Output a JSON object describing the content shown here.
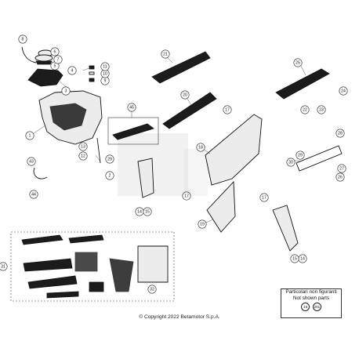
{
  "callouts": [
    {
      "id": "c1",
      "label": "1"
    },
    {
      "id": "c2",
      "label": "2"
    },
    {
      "id": "c3",
      "label": "3"
    },
    {
      "id": "c4",
      "label": "4"
    },
    {
      "id": "c5",
      "label": "5"
    },
    {
      "id": "c6",
      "label": "6"
    },
    {
      "id": "c7",
      "label": "7"
    },
    {
      "id": "c8",
      "label": "8"
    },
    {
      "id": "c9",
      "label": "9"
    },
    {
      "id": "c10",
      "label": "10"
    },
    {
      "id": "c11",
      "label": "11"
    },
    {
      "id": "c12",
      "label": "12"
    },
    {
      "id": "c13",
      "label": "13"
    },
    {
      "id": "c14a",
      "label": "14"
    },
    {
      "id": "c14b",
      "label": "14"
    },
    {
      "id": "c15a",
      "label": "15"
    },
    {
      "id": "c15b",
      "label": "15"
    },
    {
      "id": "c17a",
      "label": "17"
    },
    {
      "id": "c17b",
      "label": "17"
    },
    {
      "id": "c17c",
      "label": "17"
    },
    {
      "id": "c18",
      "label": "18"
    },
    {
      "id": "c19",
      "label": "19"
    },
    {
      "id": "c20",
      "label": "20"
    },
    {
      "id": "c21",
      "label": "21"
    },
    {
      "id": "c22",
      "label": "22"
    },
    {
      "id": "c23",
      "label": "23"
    },
    {
      "id": "c24",
      "label": "24"
    },
    {
      "id": "c25",
      "label": "25"
    },
    {
      "id": "c26",
      "label": "26"
    },
    {
      "id": "c27",
      "label": "27"
    },
    {
      "id": "c28",
      "label": "28"
    },
    {
      "id": "c29a",
      "label": "29"
    },
    {
      "id": "c29b",
      "label": "29"
    },
    {
      "id": "c30",
      "label": "30"
    },
    {
      "id": "c31",
      "label": "31"
    },
    {
      "id": "c32",
      "label": "32"
    },
    {
      "id": "c43",
      "label": "43"
    },
    {
      "id": "c44",
      "label": "44"
    },
    {
      "id": "c45",
      "label": "45"
    }
  ],
  "note": {
    "line1": "Particolari non figuranti",
    "line2": "Not shown parts",
    "refs": [
      "16",
      "201"
    ]
  },
  "copyright": "© Copyright 2022 Betamotor S.p.A."
}
